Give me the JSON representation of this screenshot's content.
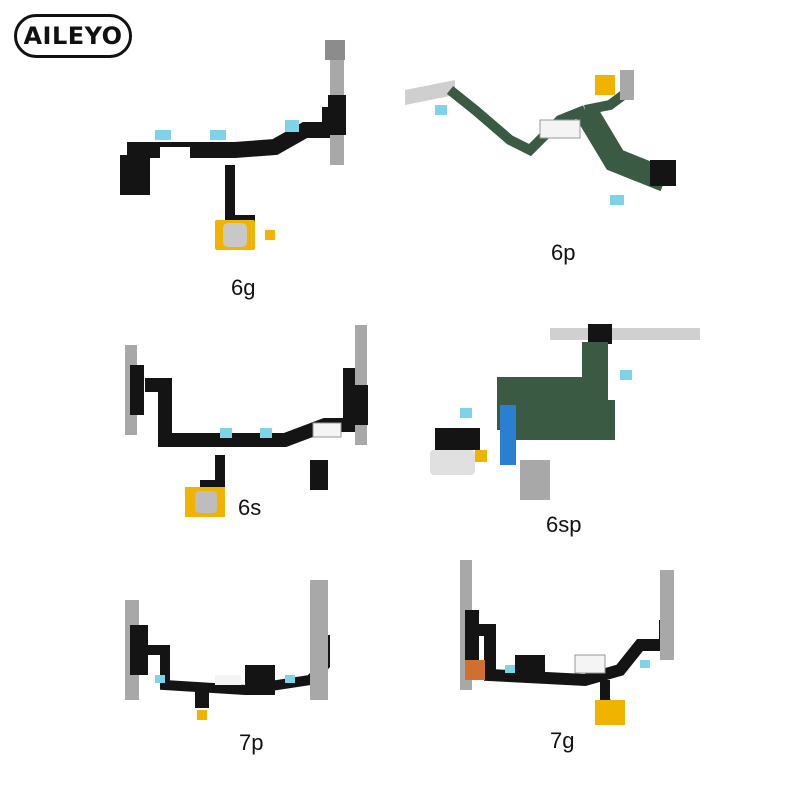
{
  "brand": {
    "logo_text": "AILEYO"
  },
  "products": [
    {
      "label": "6g"
    },
    {
      "label": "6p"
    },
    {
      "label": "6s"
    },
    {
      "label": "6sp"
    },
    {
      "label": "7p"
    },
    {
      "label": "7g"
    }
  ],
  "colors": {
    "flex_dark": "#141414",
    "flex_green": "#3a5a44",
    "bracket_metal": "#a8a8a8",
    "tape_cyan": "#7fd3e6",
    "gold_contact": "#f0b400"
  }
}
